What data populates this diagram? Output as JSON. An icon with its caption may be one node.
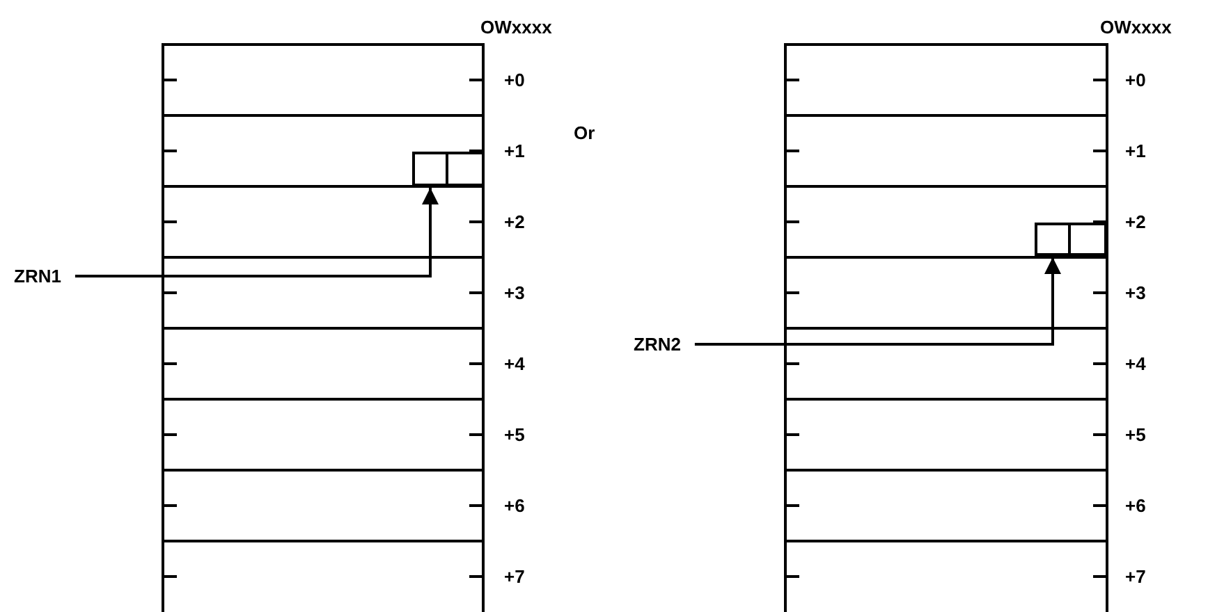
{
  "diagram": {
    "nodes": [
      {
        "text": [
          "ZRN1"
        ]
      },
      {
        "text": [],
        "shape": "box"
      },
      {
        "text": [
          "ZRN2"
        ]
      },
      {
        "text": [],
        "shape": "box"
      }
    ],
    "edges": [
      {
        "from": 0,
        "to": 1,
        "arrow": "to"
      },
      {
        "from": 2,
        "to": 3,
        "arrow": "to"
      }
    ],
    "labels": [
      "OWxxxx",
      "+0",
      "+1",
      "+2",
      "+3",
      "+4",
      "+5",
      "+6",
      "+7",
      "Or",
      "OWxxxx",
      "+0",
      "+1",
      "+2",
      "+3",
      "+4",
      "+5",
      "+6",
      "+7"
    ]
  }
}
